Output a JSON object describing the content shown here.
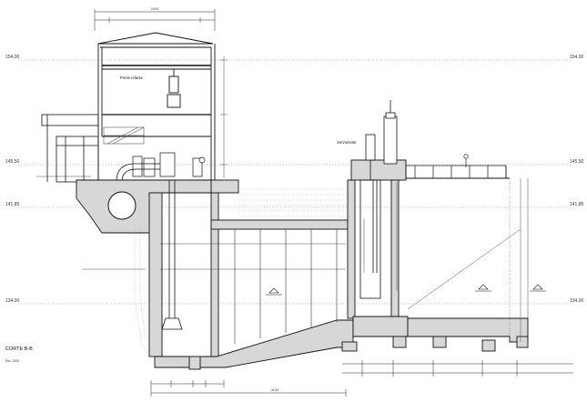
{
  "levels": [
    "154,00",
    "145,50",
    "141,85",
    "134,00"
  ],
  "labels": {
    "ponte_rolante": "Ponte rolante",
    "servomotor": "Servomotor",
    "corte": "CORTE B-B",
    "escala": "Esc. 1/100",
    "top_dim": "15,00",
    "bottom_dim": "41,05"
  }
}
